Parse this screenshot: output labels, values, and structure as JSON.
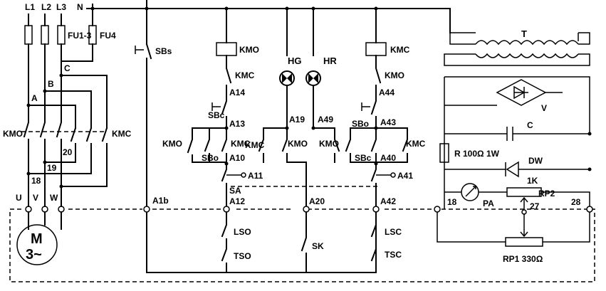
{
  "supply": {
    "l1": "L1",
    "l2": "L2",
    "l3": "L3",
    "n": "N"
  },
  "fuses": {
    "fu13": "FU1-3",
    "fu4": "FU4"
  },
  "phase_nodes": {
    "a": "A",
    "b": "B",
    "c": "C"
  },
  "contactors": {
    "kmo_main": "KMO",
    "kmc_main": "KMC",
    "kmo_coil": "KMO",
    "kmc_coil": "KMC",
    "kmc_il1": "KMC",
    "kmo_il2": "KMO",
    "kmc_sh1": "KMC",
    "kmc_sh2": "KMC",
    "kmo_sh3": "KMO",
    "kmo_sh4": "KMO",
    "kmo_sh5": "KMO",
    "kmc_sh6": "KMC"
  },
  "buttons": {
    "sbs": "SBs",
    "sbc1": "SBc",
    "sbo1": "SBo",
    "sbo2": "SBo",
    "sbc2": "SBc"
  },
  "lamps": {
    "hg": "HG",
    "hr": "HR"
  },
  "nodes": {
    "a14": "A14",
    "a13": "A13",
    "a10": "A10",
    "a11": "A11",
    "a19": "A19",
    "a49": "A49",
    "a44": "A44",
    "a43": "A43",
    "a40": "A40",
    "a41": "A41",
    "a1b": "A1b",
    "a12": "A12",
    "a20": "A20",
    "a42": "A42",
    "n18": "18",
    "n19": "19",
    "n20": "20",
    "n18b": "18",
    "n27": "27",
    "n28": "28"
  },
  "motor": {
    "terminal_u": "U",
    "terminal_v": "V",
    "terminal_w": "W",
    "m": "M",
    "phase": "3~"
  },
  "switches": {
    "sa": "SA",
    "lso": "LSO",
    "tso": "TSO",
    "sk": "SK",
    "lsc": "LSC",
    "tsc": "TSC"
  },
  "feedback": {
    "t": "T",
    "v": "V",
    "c": "C",
    "r": "R  100Ω 1W",
    "dw": "DW",
    "k1": "1K",
    "rp2": "RP2",
    "pa": "PA",
    "rp1": "RP1  330Ω"
  }
}
